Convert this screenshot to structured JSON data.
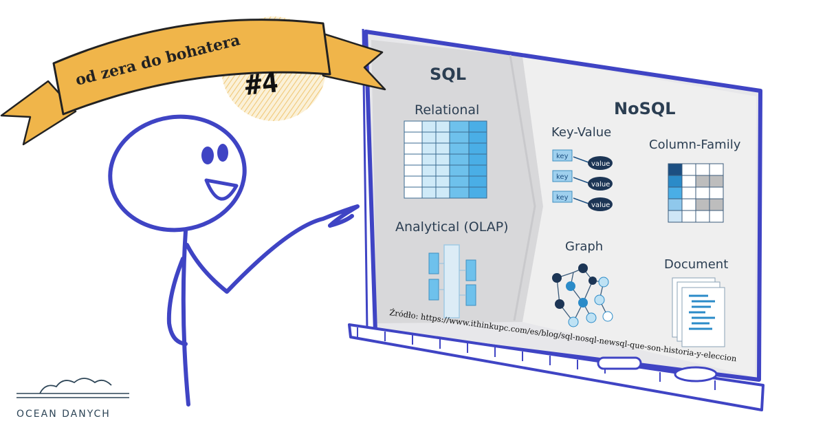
{
  "banner": {
    "title": "od zera do bohatera",
    "episode": "#4"
  },
  "board": {
    "sql_heading": "SQL",
    "relational_label": "Relational",
    "analytical_label": "Analytical (OLAP)",
    "nosql_heading": "NoSQL",
    "keyvalue_label": "Key-Value",
    "kv_rows": [
      {
        "key": "key",
        "value": "value"
      },
      {
        "key": "key",
        "value": "value"
      },
      {
        "key": "key",
        "value": "value"
      }
    ],
    "column_family_label": "Column-Family",
    "graph_label": "Graph",
    "document_label": "Document",
    "source": "Źródło: https://www.ithinkupc.com/es/blog/sql-nosql-newsql-que-son-historia-y-eleccion"
  },
  "logo": {
    "text": "OCEAN DANYCH"
  },
  "colors": {
    "ink": "#3f44c4",
    "ribbon": "#f0b54a",
    "board_bg": "#efefef",
    "sql_panel": "#dcdcdc",
    "accent_light": "#bfe2f4",
    "accent_mid": "#5fb8e6",
    "accent_dark": "#1c4f82"
  }
}
